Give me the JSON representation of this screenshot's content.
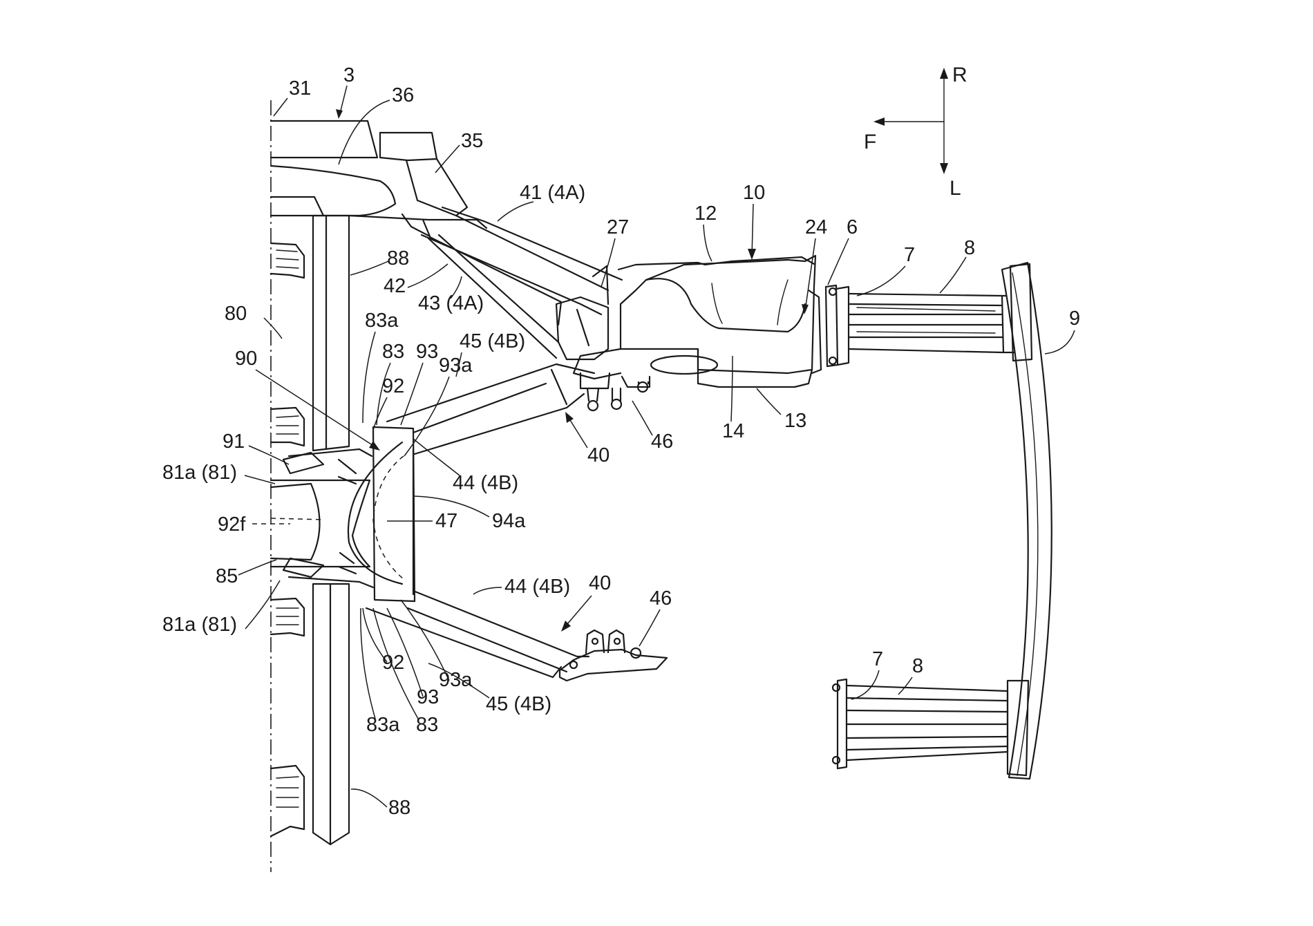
{
  "orientation": {
    "r": "R",
    "f": "F",
    "l": "L"
  },
  "labels": {
    "l31": "31",
    "l3": "3",
    "l36": "36",
    "l35": "35",
    "l41": "41 (4A)",
    "l27": "27",
    "l12": "12",
    "l10": "10",
    "l24": "24",
    "l6": "6",
    "l7a": "7",
    "l8a": "8",
    "l9": "9",
    "l88a": "88",
    "l42": "42",
    "l43": "43 (4A)",
    "l80": "80",
    "l83a1": "83a",
    "l83_1": "83",
    "l93_1": "93",
    "l45a": "45 (4B)",
    "l93a1": "93a",
    "l90": "90",
    "l92_1": "92",
    "l46a": "46",
    "l14": "14",
    "l13": "13",
    "l40a": "40",
    "l91": "91",
    "l81a1": "81a (81)",
    "l44a": "44 (4B)",
    "l92f": "92f",
    "l94a": "94a",
    "l47": "47",
    "l85": "85",
    "l44b": "44 (4B)",
    "l40b": "40",
    "l46b": "46",
    "l81a2": "81a (81)",
    "l92_2": "92",
    "l93a2": "93a",
    "l93_2": "93",
    "l45b": "45 (4B)",
    "l83a2": "83a",
    "l83_2": "83",
    "l7b": "7",
    "l8b": "8",
    "l88b": "88"
  }
}
